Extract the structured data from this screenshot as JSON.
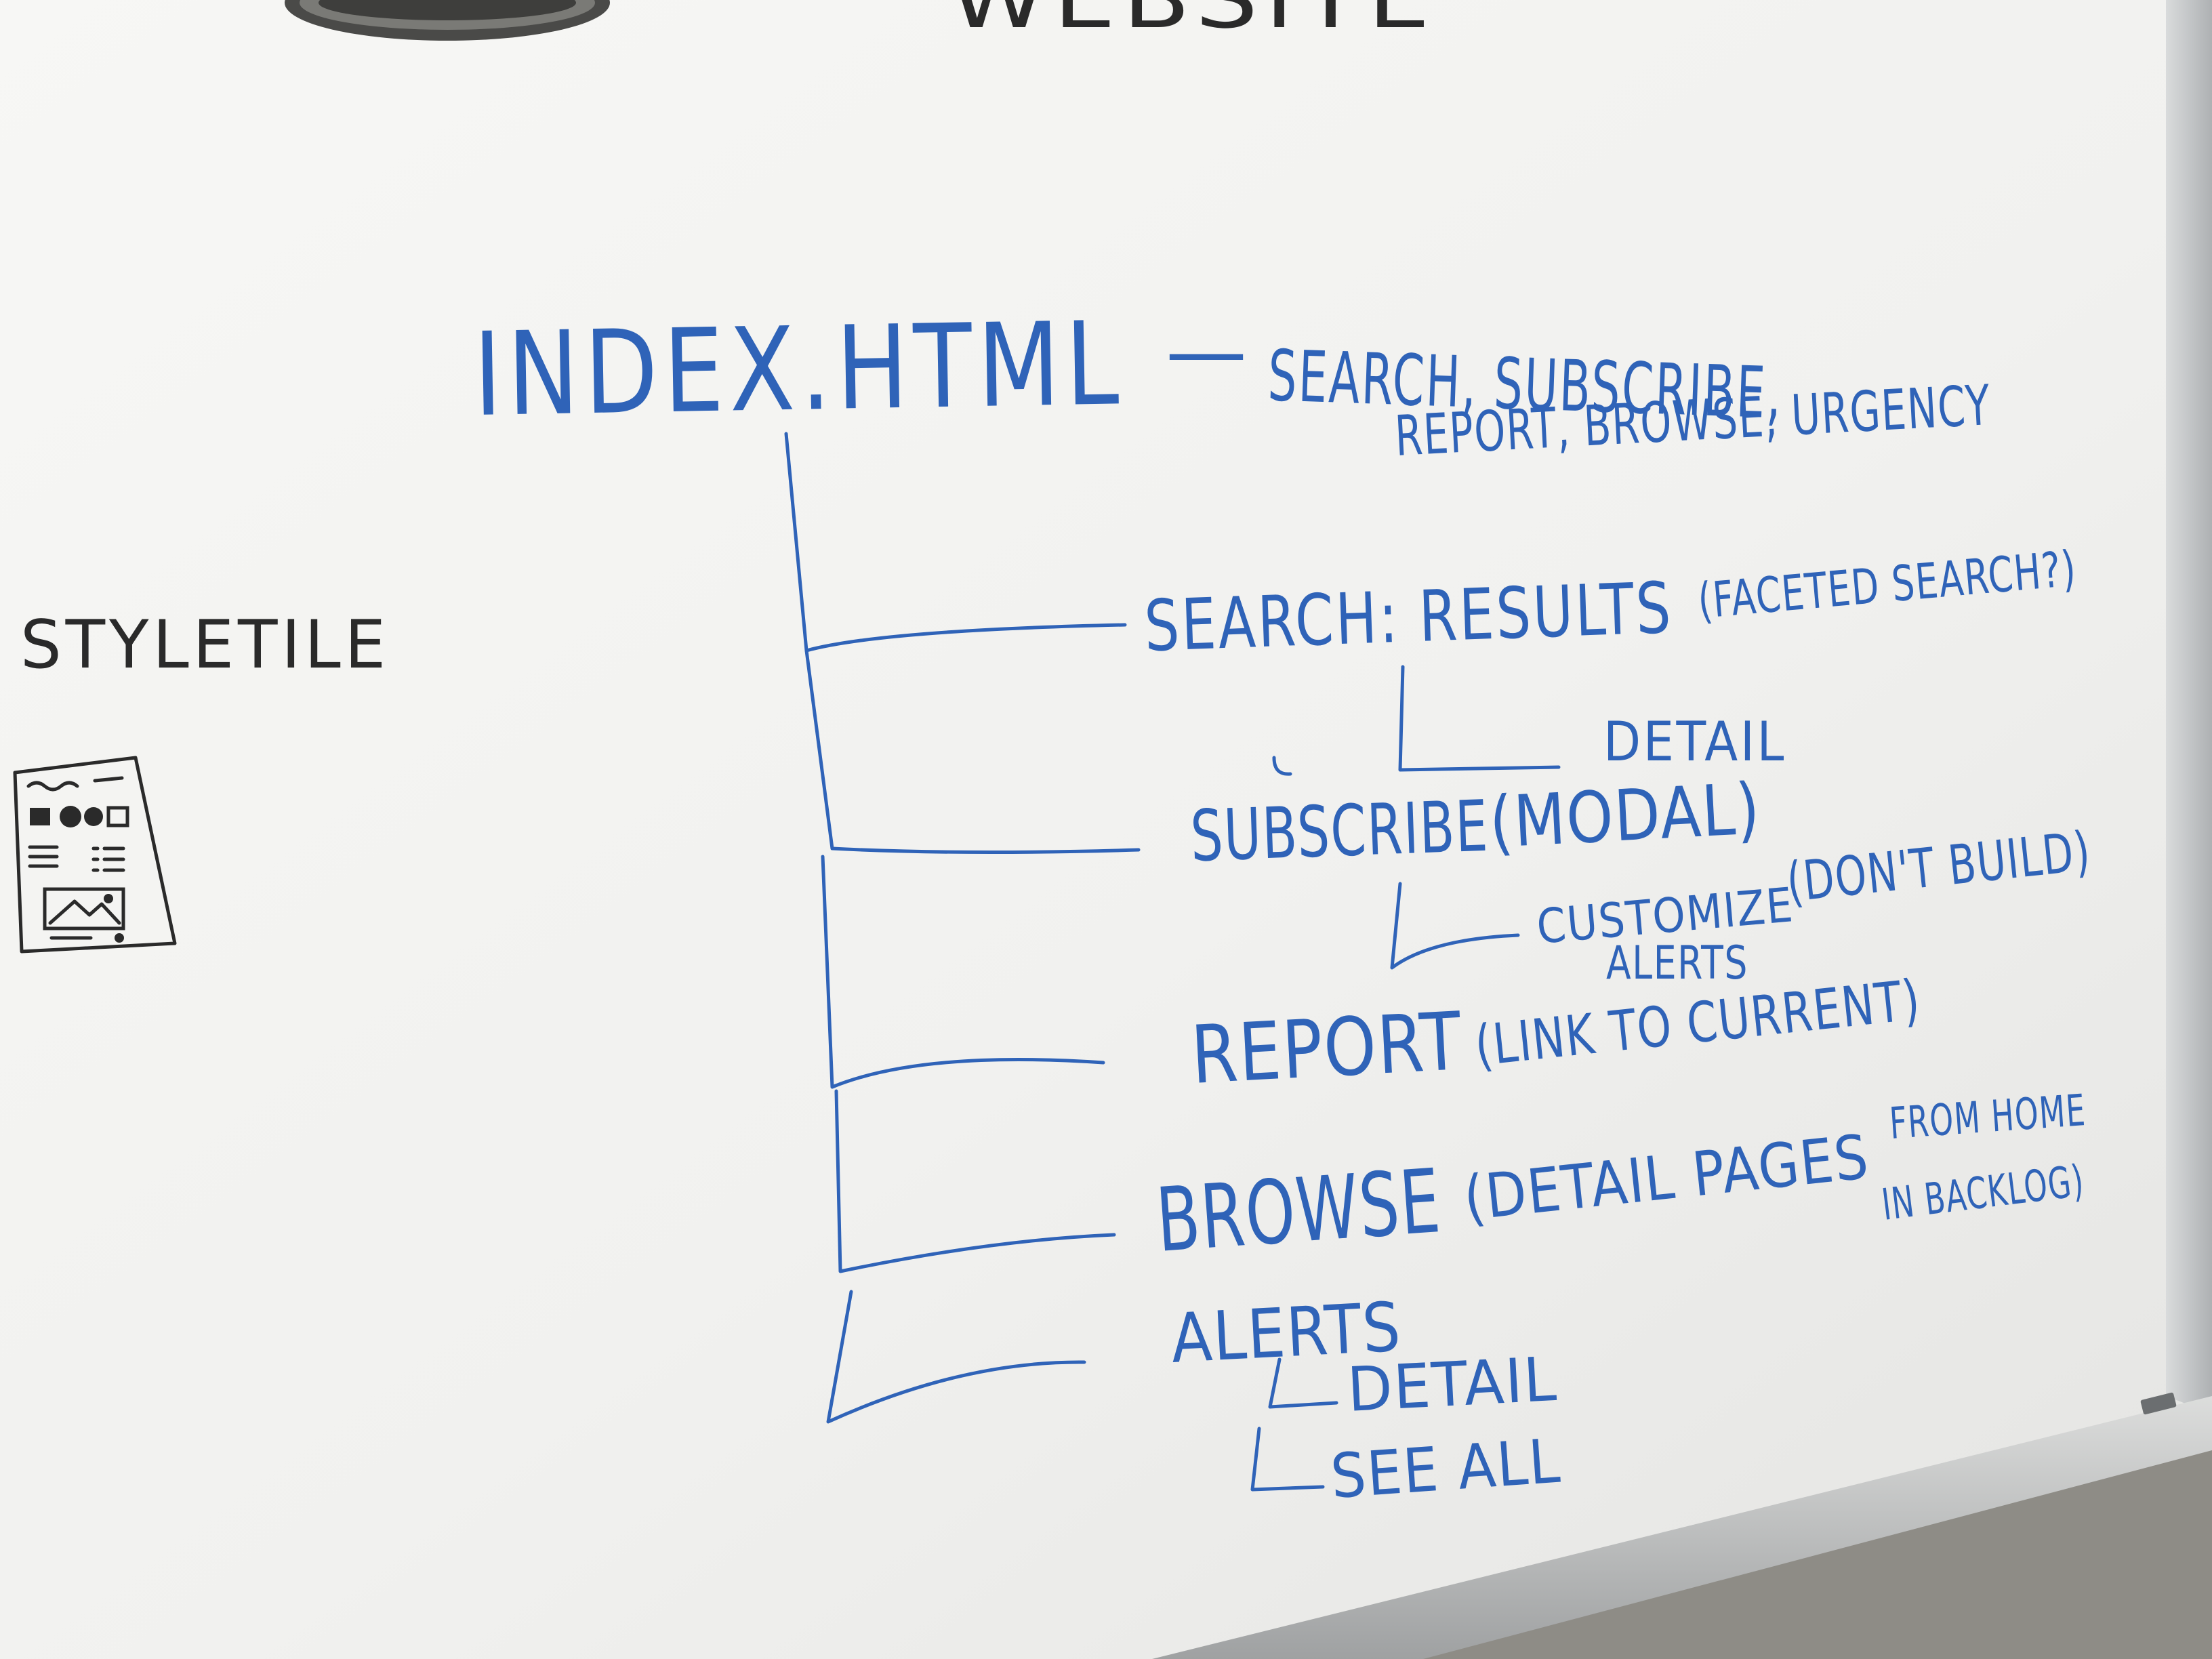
{
  "board": {
    "header_fragment": "WEBSITE",
    "styletile_label": "STYLETILE"
  },
  "tree": {
    "root": {
      "label": "INDEX.HTML",
      "dash": "—",
      "features_line1": "SEARCH, SUBSCRIBE,",
      "features_line2": "REPORT, BROWSE, URGENCY"
    },
    "branches": [
      {
        "label": "SEARCH: RESULTS",
        "note": "(FACETED SEARCH?)",
        "children": [
          {
            "label": "DETAIL",
            "note": ""
          }
        ]
      },
      {
        "label": "SUBSCRIBE",
        "note": "(MODAL)",
        "children": [
          {
            "label": "CUSTOMIZE",
            "label_line2": "ALERTS",
            "note": "(DON'T BUILD)"
          }
        ]
      },
      {
        "label": "REPORT",
        "note": "(LINK TO CURRENT)",
        "children": []
      },
      {
        "label": "BROWSE",
        "note": "(DETAIL PAGES",
        "note_line2": "FROM HOME",
        "note_line3": "IN BACKLOG)",
        "children": []
      },
      {
        "label": "ALERTS",
        "note": "",
        "children": [
          {
            "label": "DETAIL",
            "note": ""
          },
          {
            "label": "SEE ALL",
            "note": ""
          }
        ]
      }
    ]
  },
  "colors": {
    "board": "#f4f4f2",
    "blue_marker": "#2f63b8",
    "black_marker": "#2a2a2a",
    "frame": "#c9cbcc",
    "wall": "#8e8c86"
  }
}
